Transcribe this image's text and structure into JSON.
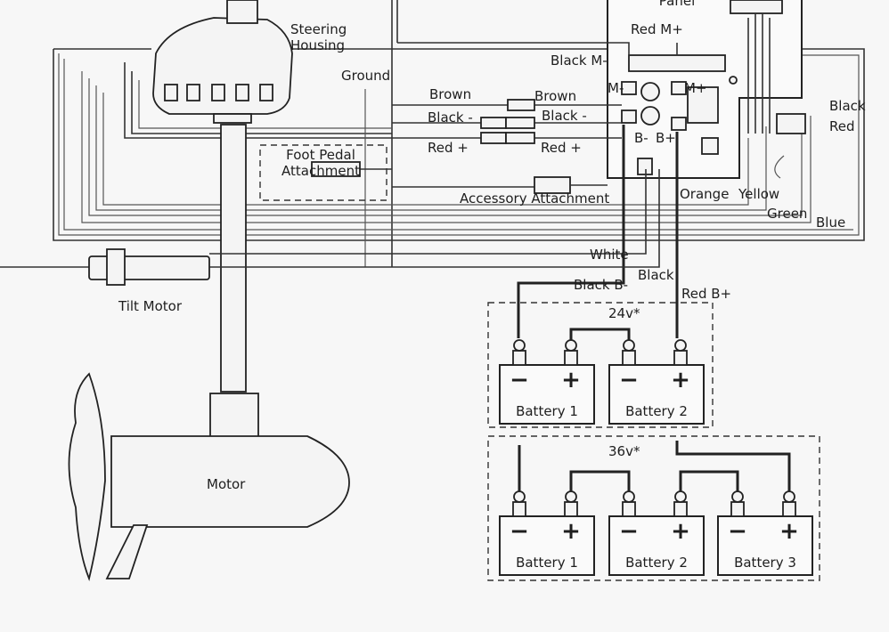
{
  "labels": {
    "panel": "Panel",
    "steering_housing": "Steering\nHousing",
    "ground": "Ground",
    "red_m_plus": "Red M+",
    "black_m_minus": "Black M-",
    "m_minus": "M-",
    "m_plus": "M+",
    "brown_left": "Brown",
    "brown_right": "Brown",
    "black_minus_left": "Black -",
    "black_minus_right": "Black -",
    "red_plus_left": "Red +",
    "red_plus_right": "Red +",
    "b_minus": "B-",
    "b_plus": "B+",
    "foot_pedal": "Foot Pedal\nAttachment",
    "accessory": "Accessory Attachment",
    "orange": "Orange",
    "yellow": "Yellow",
    "black_right": "Black",
    "red_right": "Red",
    "green": "Green",
    "blue": "Blue",
    "white": "White",
    "black_mid": "Black",
    "black_b_minus": "Black B-",
    "red_b_plus": "Red B+",
    "tilt_motor": "Tilt Motor",
    "motor": "Motor",
    "v24": "24v*",
    "v36": "36v*"
  },
  "battery_groups": [
    {
      "voltage_key": "v24",
      "batteries": [
        "Battery 1",
        "Battery 2"
      ]
    },
    {
      "voltage_key": "v36",
      "batteries": [
        "Battery 1",
        "Battery 2",
        "Battery 3"
      ]
    }
  ],
  "terminal_symbols": {
    "negative": "−",
    "positive": "+"
  }
}
